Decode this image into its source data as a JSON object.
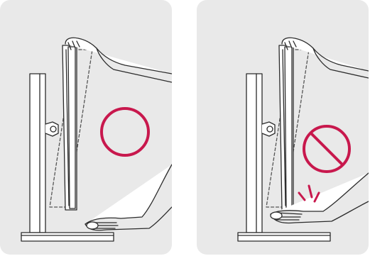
{
  "panels": [
    {
      "id": "correct",
      "symbol": "circle-ok-icon",
      "meaning": "correct",
      "hand_position": "clear-of-stand"
    },
    {
      "id": "incorrect",
      "symbol": "prohibited-icon",
      "meaning": "incorrect",
      "hand_position": "under-monitor",
      "caution_marks": true
    }
  ],
  "colors": {
    "panel_bg": "#e9e9e9",
    "line": "#2b2b2b",
    "symbol": "#c8184d",
    "monitor_face": "#ffffff"
  }
}
